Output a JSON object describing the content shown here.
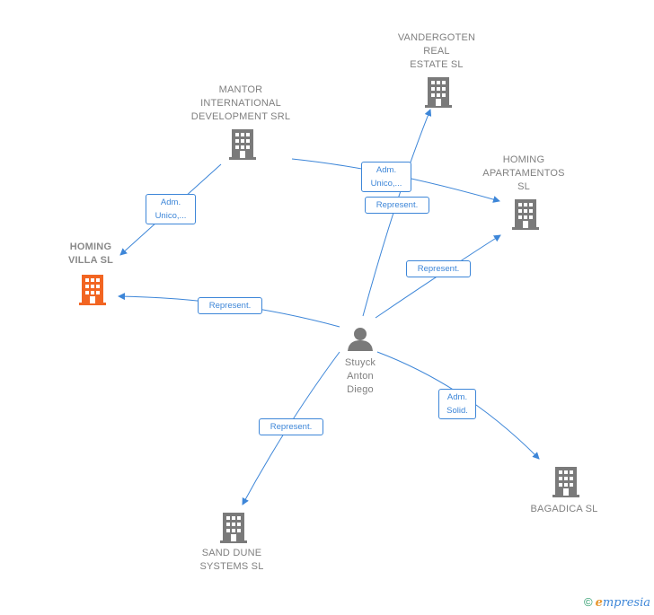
{
  "nodes": {
    "vandergoten": {
      "label": "VANDERGOTEN\nREAL\nESTATE  SL",
      "icon": "building-icon",
      "color": "#7a7a7a"
    },
    "mantor": {
      "label": "MANTOR\nINTERNATIONAL\nDEVELOPMENT SRL",
      "icon": "building-icon",
      "color": "#7a7a7a"
    },
    "homing_apart": {
      "label": "HOMING\nAPARTAMENTOS\nSL",
      "icon": "building-icon",
      "color": "#7a7a7a"
    },
    "homing_villa": {
      "label": "HOMING\nVILLA  SL",
      "icon": "building-icon",
      "color": "#f26522"
    },
    "person": {
      "label": "Stuyck\nAnton\nDiego",
      "icon": "person-icon",
      "color": "#7a7a7a"
    },
    "bagadica": {
      "label": "BAGADICA  SL",
      "icon": "building-icon",
      "color": "#7a7a7a"
    },
    "sand_dune": {
      "label": "SAND DUNE\nSYSTEMS  SL",
      "icon": "building-icon",
      "color": "#7a7a7a"
    }
  },
  "edges": {
    "mantor_villa": "Adm.\nUnico,...",
    "mantor_apart": "Adm.\nUnico,...",
    "person_vandergoten": "Represent.",
    "person_apart": "Represent.",
    "person_villa": "Represent.",
    "person_bagadica": "Adm.\nSolid.",
    "person_sand": "Represent."
  },
  "colors": {
    "edge": "#3d86d8",
    "building": "#7a7a7a",
    "highlight": "#f26522"
  },
  "footer": {
    "copyright": "©",
    "brand_initial": "e",
    "brand_rest": "mpresia"
  }
}
